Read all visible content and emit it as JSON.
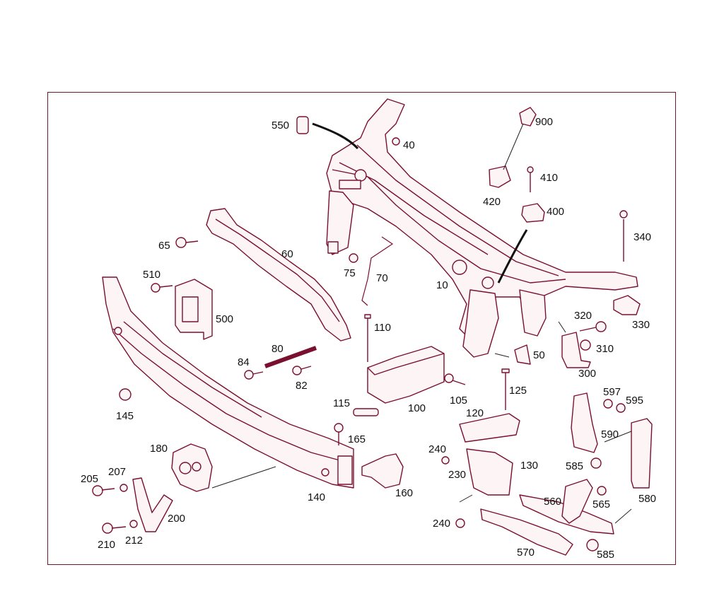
{
  "callouts": {
    "n10": "10",
    "n40": "40",
    "n50": "50",
    "n60": "60",
    "n65": "65",
    "n70": "70",
    "n75": "75",
    "n80": "80",
    "n82": "82",
    "n84": "84",
    "n100": "100",
    "n105": "105",
    "n110": "110",
    "n115": "115",
    "n120": "120",
    "n125": "125",
    "n130": "130",
    "n140": "140",
    "n145": "145",
    "n160": "160",
    "n165": "165",
    "n180": "180",
    "n200": "200",
    "n205": "205",
    "n207": "207",
    "n210": "210",
    "n212": "212",
    "n230": "230",
    "n240a": "240",
    "n240b": "240",
    "n300": "300",
    "n310": "310",
    "n320": "320",
    "n330": "330",
    "n340": "340",
    "n400": "400",
    "n410": "410",
    "n420": "420",
    "n500": "500",
    "n510": "510",
    "n550": "550",
    "n560": "560",
    "n565": "565",
    "n570": "570",
    "n580": "580",
    "n585a": "585",
    "n585b": "585",
    "n590": "590",
    "n595": "595",
    "n597": "597",
    "n900": "900"
  },
  "colors": {
    "frame": "#6a1a2a",
    "line_art": "#7a1030",
    "text": "#111111"
  }
}
